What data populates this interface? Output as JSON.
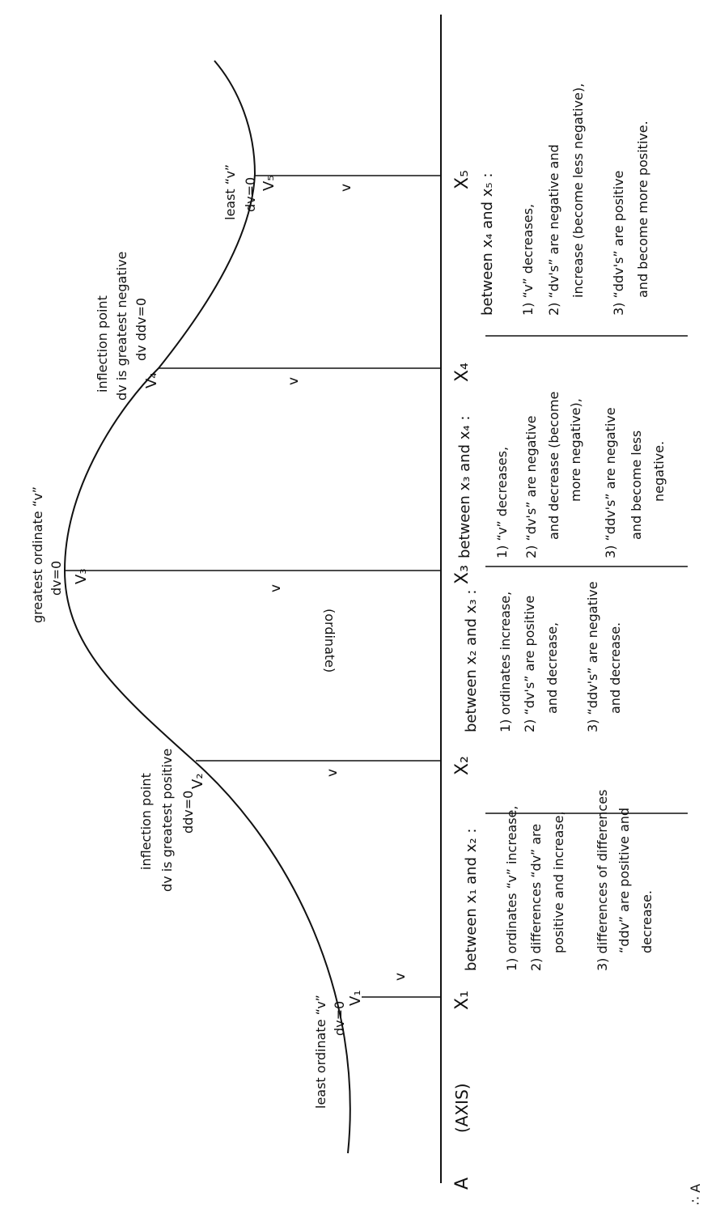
{
  "axis": {
    "label_a": "A",
    "label_axis": "(AXIS)"
  },
  "x_labels": [
    "X₁",
    "X₂",
    "X₃",
    "X₄",
    "X₅"
  ],
  "v_points": [
    "V₁",
    "V₂",
    "V₃",
    "V₄",
    "V₅"
  ],
  "ordinate_symbol": "v",
  "ordinate_note": "(ordinate)",
  "point_notes": [
    [
      "least ordinate “v”",
      "dv=0"
    ],
    [
      "inflection point",
      "dv is greatest positive",
      "ddv=0"
    ],
    [
      "greatest ordinate “v”",
      "dv=0"
    ],
    [
      "inflection point",
      "dv is greatest negative",
      "dv   ddv=0"
    ],
    [
      "least “v”",
      "dv=0"
    ]
  ],
  "sections": [
    {
      "heading": "between x₁ and x₂ :",
      "lines": [
        "1) ordinates “v” increase,",
        "2) differences “dv” are",
        "positive and increase,",
        "3) differences of differences",
        "“ddv” are positive and",
        "decrease."
      ]
    },
    {
      "heading": "between x₂ and x₃ :",
      "lines": [
        "1) ordinates increase,",
        "2) “dv's” are positive",
        "and decrease,",
        "3) “ddv's” are negative",
        "and decrease."
      ]
    },
    {
      "heading": "between x₃ and x₄ :",
      "lines": [
        "1) “v” decreases,",
        "2) “dv's” are negative",
        "and decrease (become",
        "more negative),",
        "3) “ddv's” are negative",
        "and become less",
        "negative."
      ]
    },
    {
      "heading": "between x₄ and x₅ :",
      "lines": [
        "1) “v” decreases,",
        "2) “dv's” are negative and",
        "increase (become less negative),",
        "3) “ddv's” are positive",
        "and become more positive."
      ]
    }
  ],
  "footer_mark": "∴ A"
}
